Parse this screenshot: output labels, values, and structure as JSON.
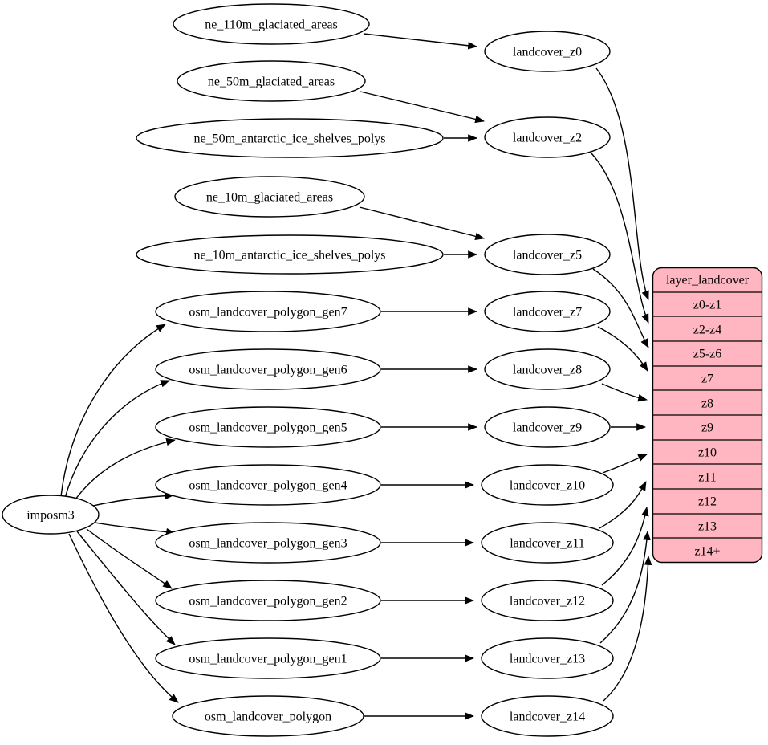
{
  "diagram": {
    "kind": "dependency-graph",
    "background": "#ffffff",
    "edge_color": "#000000",
    "node_fill": "#ffffff",
    "node_stroke": "#000000",
    "record_fill": "#ffb6c1"
  },
  "importer": {
    "label": "imposm3"
  },
  "sources": [
    {
      "label": "ne_110m_glaciated_areas"
    },
    {
      "label": "ne_50m_glaciated_areas"
    },
    {
      "label": "ne_50m_antarctic_ice_shelves_polys"
    },
    {
      "label": "ne_10m_glaciated_areas"
    },
    {
      "label": "ne_10m_antarctic_ice_shelves_polys"
    },
    {
      "label": "osm_landcover_polygon_gen7"
    },
    {
      "label": "osm_landcover_polygon_gen6"
    },
    {
      "label": "osm_landcover_polygon_gen5"
    },
    {
      "label": "osm_landcover_polygon_gen4"
    },
    {
      "label": "osm_landcover_polygon_gen3"
    },
    {
      "label": "osm_landcover_polygon_gen2"
    },
    {
      "label": "osm_landcover_polygon_gen1"
    },
    {
      "label": "osm_landcover_polygon"
    }
  ],
  "layers": [
    {
      "label": "landcover_z0"
    },
    {
      "label": "landcover_z2"
    },
    {
      "label": "landcover_z5"
    },
    {
      "label": "landcover_z7"
    },
    {
      "label": "landcover_z8"
    },
    {
      "label": "landcover_z9"
    },
    {
      "label": "landcover_z10"
    },
    {
      "label": "landcover_z11"
    },
    {
      "label": "landcover_z12"
    },
    {
      "label": "landcover_z13"
    },
    {
      "label": "landcover_z14"
    }
  ],
  "record": {
    "header": "layer_landcover",
    "rows": [
      "z0-z1",
      "z2-z4",
      "z5-z6",
      "z7",
      "z8",
      "z9",
      "z10",
      "z11",
      "z12",
      "z13",
      "z14+"
    ]
  },
  "edges": [
    {
      "from": "imposm3",
      "to": "osm_landcover_polygon_gen7"
    },
    {
      "from": "imposm3",
      "to": "osm_landcover_polygon_gen6"
    },
    {
      "from": "imposm3",
      "to": "osm_landcover_polygon_gen5"
    },
    {
      "from": "imposm3",
      "to": "osm_landcover_polygon_gen4"
    },
    {
      "from": "imposm3",
      "to": "osm_landcover_polygon_gen3"
    },
    {
      "from": "imposm3",
      "to": "osm_landcover_polygon_gen2"
    },
    {
      "from": "imposm3",
      "to": "osm_landcover_polygon_gen1"
    },
    {
      "from": "imposm3",
      "to": "osm_landcover_polygon"
    },
    {
      "from": "ne_110m_glaciated_areas",
      "to": "landcover_z0"
    },
    {
      "from": "ne_50m_glaciated_areas",
      "to": "landcover_z2"
    },
    {
      "from": "ne_50m_antarctic_ice_shelves_polys",
      "to": "landcover_z2"
    },
    {
      "from": "ne_10m_glaciated_areas",
      "to": "landcover_z5"
    },
    {
      "from": "ne_10m_antarctic_ice_shelves_polys",
      "to": "landcover_z5"
    },
    {
      "from": "osm_landcover_polygon_gen7",
      "to": "landcover_z7"
    },
    {
      "from": "osm_landcover_polygon_gen6",
      "to": "landcover_z8"
    },
    {
      "from": "osm_landcover_polygon_gen5",
      "to": "landcover_z9"
    },
    {
      "from": "osm_landcover_polygon_gen4",
      "to": "landcover_z10"
    },
    {
      "from": "osm_landcover_polygon_gen3",
      "to": "landcover_z11"
    },
    {
      "from": "osm_landcover_polygon_gen2",
      "to": "landcover_z12"
    },
    {
      "from": "osm_landcover_polygon_gen1",
      "to": "landcover_z13"
    },
    {
      "from": "osm_landcover_polygon",
      "to": "landcover_z14"
    },
    {
      "from": "landcover_z0",
      "to": "layer_landcover",
      "to_port": "z0-z1"
    },
    {
      "from": "landcover_z2",
      "to": "layer_landcover",
      "to_port": "z2-z4"
    },
    {
      "from": "landcover_z5",
      "to": "layer_landcover",
      "to_port": "z5-z6"
    },
    {
      "from": "landcover_z7",
      "to": "layer_landcover",
      "to_port": "z7"
    },
    {
      "from": "landcover_z8",
      "to": "layer_landcover",
      "to_port": "z8"
    },
    {
      "from": "landcover_z9",
      "to": "layer_landcover",
      "to_port": "z9"
    },
    {
      "from": "landcover_z10",
      "to": "layer_landcover",
      "to_port": "z10"
    },
    {
      "from": "landcover_z11",
      "to": "layer_landcover",
      "to_port": "z11"
    },
    {
      "from": "landcover_z12",
      "to": "layer_landcover",
      "to_port": "z12"
    },
    {
      "from": "landcover_z13",
      "to": "layer_landcover",
      "to_port": "z13"
    },
    {
      "from": "landcover_z14",
      "to": "layer_landcover",
      "to_port": "z14+"
    }
  ]
}
